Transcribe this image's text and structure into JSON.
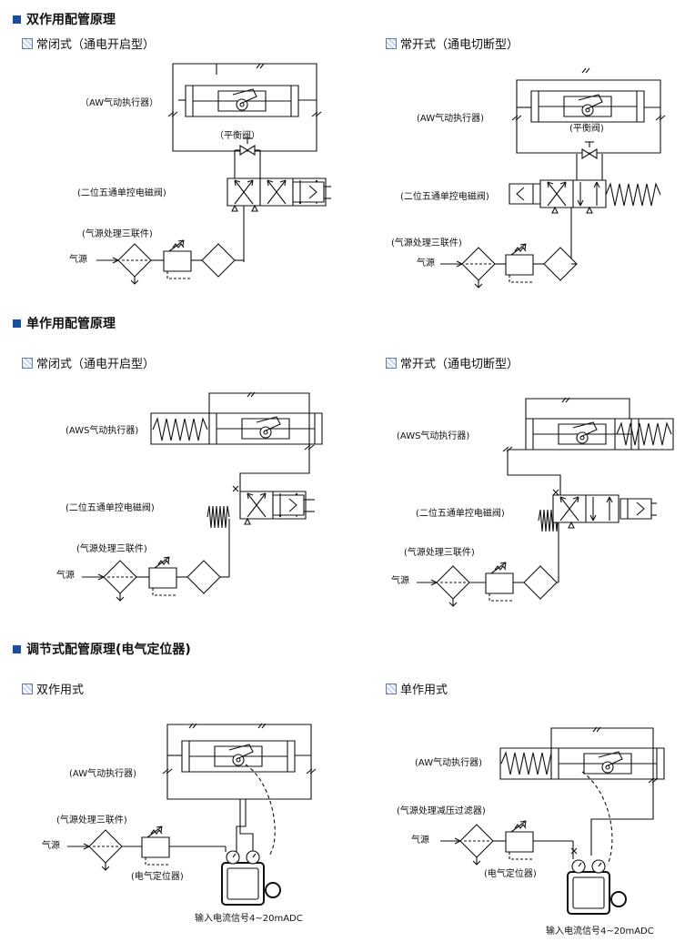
{
  "sections": {
    "double": {
      "title": "双作用配管原理",
      "nc": "常闭式（通电开启型）",
      "no": "常开式（通电切断型）"
    },
    "single": {
      "title": "单作用配管原理",
      "nc": "常闭式（通电开启型）",
      "no": "常开式（通电切断型）"
    },
    "regulating": {
      "title": "调节式配管原理(电气定位器)",
      "double": "双作用式",
      "single": "单作用式"
    }
  },
  "labels": {
    "aw_actuator": "（AW气动执行器）",
    "aws_actuator": "(AWS气动执行器)",
    "aw_actuator_alt": "(AW气动执行器)",
    "balance_valve": "（平衡阀）",
    "balance_valve_alt": "(平衡阀)",
    "solenoid": "(二位五通单控电磁阀)",
    "frl": "(气源处理三联件)",
    "frl_reg": "(气源处理减压过滤器)",
    "positioner": "(电气定位器)",
    "air_source": "气源",
    "input_signal": "输入电流信号4~20mADC"
  },
  "colors": {
    "accent": "#1a4fa0",
    "line": "#111111"
  }
}
